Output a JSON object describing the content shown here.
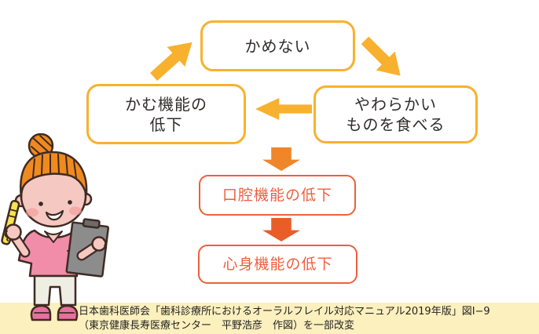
{
  "figure": {
    "cycle_boxes": {
      "cannot_chew": "かめない",
      "soft_foods_line1": "やわらかい",
      "soft_foods_line2": "ものを食べる",
      "chew_decline_line1": "かむ機能の",
      "chew_decline_line2": "低下"
    },
    "result_boxes": {
      "oral_function_decline": "口腔機能の低下",
      "mind_body_decline": "心身機能の低下"
    },
    "icons": {
      "arrow_up_right": "cycle arrow: chewing-decline to cannot-chew",
      "arrow_down_right": "cycle arrow: cannot-chew to eat-soft-foods",
      "arrow_left": "cycle arrow: eat-soft-foods to chewing-decline",
      "arrow_down_orange": "arrow: cycle to oral-function-decline",
      "arrow_down_red": "arrow: oral-function-decline to mind-body-decline",
      "illustration": "dental-hygienist holding clipboard and yellow pen"
    },
    "colors": {
      "amber": "#F8B12E",
      "orange_arrow": "#EF8629",
      "red_arrow": "#EA5D28",
      "result_box": "#EE5F3C",
      "caption_background": "#FBF0BE",
      "text": "#302D2C"
    }
  },
  "caption": {
    "line1": "日本歯科医師会「歯科診療所におけるオーラルフレイル対応マニュアル2019年版」図Ⅰ−9",
    "line2": "（東京健康長寿医療センター　平野浩彦　作図）を一部改変"
  }
}
